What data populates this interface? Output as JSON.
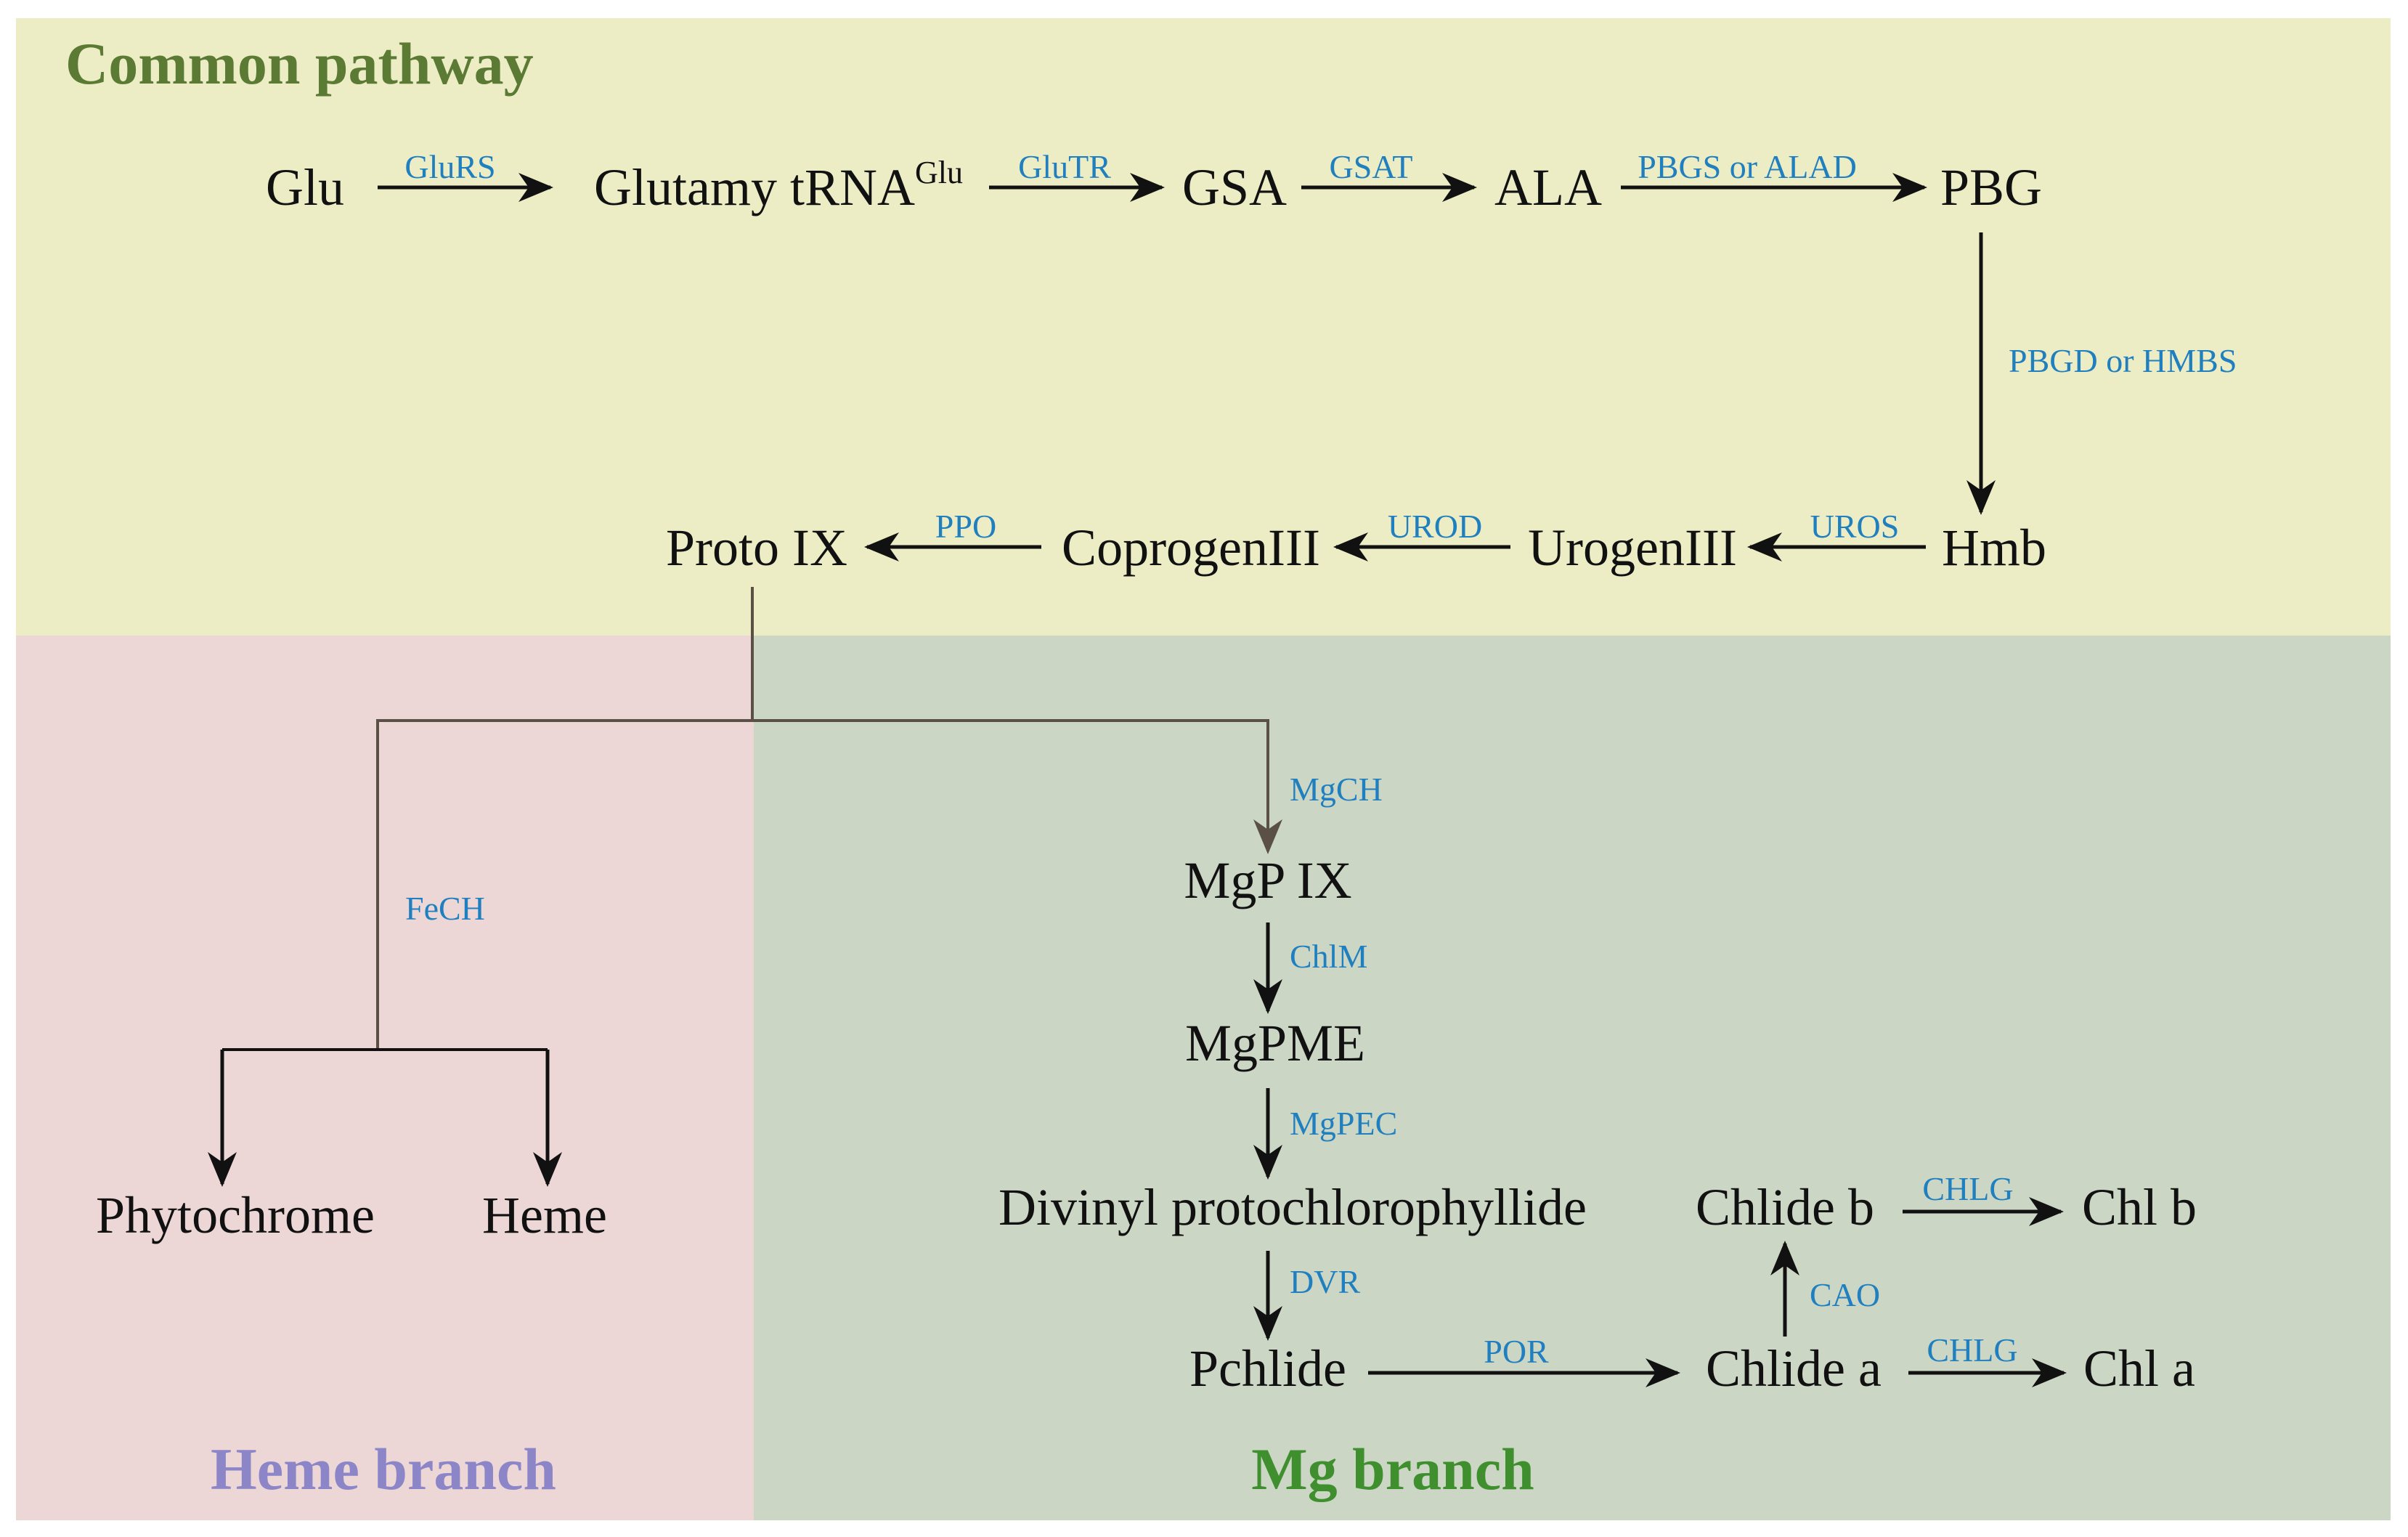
{
  "colors": {
    "common_bg": "#ececc5",
    "heme_bg": "#ecd6d6",
    "mg_bg": "#cbd6c5",
    "enzyme_text": "#1f7fbf",
    "node_text": "#111111",
    "common_title": "#5b7a34",
    "heme_title": "#8c86c8",
    "mg_title": "#3f8f2f",
    "arrow": "#111111",
    "branch_line": "#5a5045"
  },
  "regions": {
    "common": {
      "title": "Common pathway"
    },
    "heme": {
      "title": "Heme branch"
    },
    "mg": {
      "title": "Mg branch"
    }
  },
  "nodes": {
    "glu": "Glu",
    "glutamyl_trna": "Glutamy tRNA",
    "glutamyl_trna_sup": "Glu",
    "gsa": "GSA",
    "ala": "ALA",
    "pbg": "PBG",
    "hmb": "Hmb",
    "urogen": "UrogenIII",
    "coprogen": "CoprogenIII",
    "proto": "Proto IX",
    "phytochrome": "Phytochrome",
    "heme": "Heme",
    "mgp": "MgP IX",
    "mgpme": "MgPME",
    "divinyl": "Divinyl protochlorophyllide",
    "pchlide": "Pchlide",
    "chlide_a": "Chlide a",
    "chlide_b": "Chlide b",
    "chl_a": "Chl a",
    "chl_b": "Chl b"
  },
  "enzymes": {
    "glurs": "GluRS",
    "glutr": "GluTR",
    "gsat": "GSAT",
    "pbgs": "PBGS or ALAD",
    "pbgd": "PBGD or HMBS",
    "uros": "UROS",
    "urod": "UROD",
    "ppo": "PPO",
    "fech": "FeCH",
    "mgch": "MgCH",
    "chlm": "ChlM",
    "mgpec": "MgPEC",
    "dvr": "DVR",
    "por": "POR",
    "cao": "CAO",
    "chlg_b": "CHLG",
    "chlg_a": "CHLG"
  }
}
